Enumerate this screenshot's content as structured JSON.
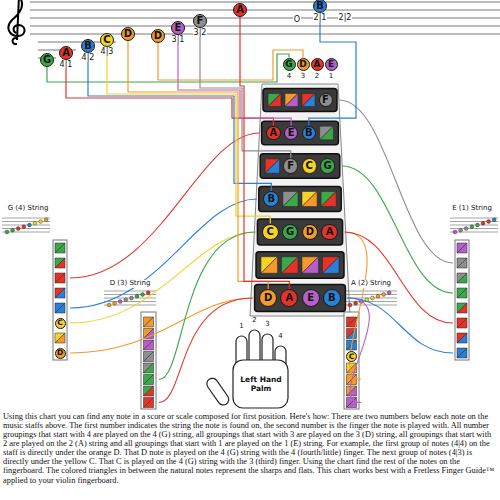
{
  "diagram": {
    "caption": "Using this chart you can find any note in a score or scale composed for first position. Here's how: There are two numbers below each note on the music staffs above. The first number indicates the string the note is found on, the second number is the finger the note is played with. All number groupings that start with 4 are played on the 4 (G) string, all groupings that start with 3 are played on the 3 (D) string, all groupings that start with 2 are played on the 2 (A) string and all groupings that start with 1 are played on the 1 (E) string. For example, the first group of notes (4|4) on the staff is directly under the orange D. That D note is played on the 4 (G) string with the 4 (fourth/little) finger. The next group of notes (4|3) is directly under the yellow C. That C is played on the 4 (G) string with the 3 (third) finger. Using the chart find the rest of the notes on the fingerboard. The colored triangles in between the natural notes represent the sharps and flats. This chart works best with a Fretless Finger Guide™ applied to your violin fingerboard.",
    "nodes": [
      {
        "text": [
          "G"
        ]
      },
      {
        "text": [
          "A",
          "4|1"
        ]
      },
      {
        "text": [
          "B",
          "4|2"
        ]
      },
      {
        "text": [
          "C",
          "4|3"
        ]
      },
      {
        "text": [
          "D"
        ]
      },
      {
        "text": [
          "D"
        ]
      },
      {
        "text": [
          "E",
          "3|1"
        ]
      },
      {
        "text": [
          "F",
          "3|2"
        ]
      },
      {
        "text": [
          "A"
        ]
      },
      {
        "text": [
          "B",
          "2|1"
        ]
      },
      {
        "text": [
          "G"
        ]
      },
      {
        "text": [
          "D"
        ]
      },
      {
        "text": [
          "A"
        ]
      },
      {
        "text": [
          "E"
        ]
      },
      {
        "text": [
          "F"
        ]
      },
      {
        "text": [
          "A"
        ]
      },
      {
        "text": [
          "E"
        ]
      },
      {
        "text": [
          "B"
        ]
      },
      {
        "text": [
          "F"
        ]
      },
      {
        "text": [
          "C"
        ]
      },
      {
        "text": [
          "G"
        ]
      },
      {
        "text": [
          "B"
        ]
      },
      {
        "text": [
          "C"
        ]
      },
      {
        "text": [
          "G"
        ]
      },
      {
        "text": [
          "D"
        ]
      },
      {
        "text": [
          "A"
        ]
      },
      {
        "text": [
          "D"
        ]
      },
      {
        "text": [
          "A"
        ]
      },
      {
        "text": [
          "E"
        ]
      },
      {
        "text": [
          "B"
        ]
      },
      {
        "text": [
          "C"
        ]
      },
      {
        "text": [
          "D"
        ]
      },
      {
        "text": [
          "C"
        ]
      }
    ],
    "edges": [
      {
        "from": 0,
        "to": 10,
        "arrow": "none"
      },
      {
        "from": 1,
        "to": 15,
        "arrow": "none"
      },
      {
        "from": 2,
        "to": 21,
        "arrow": "none"
      },
      {
        "from": 3,
        "to": 22,
        "arrow": "none"
      },
      {
        "from": 4,
        "to": 26,
        "arrow": "none"
      },
      {
        "from": 5,
        "to": 11,
        "arrow": "none"
      },
      {
        "from": 6,
        "to": 16,
        "arrow": "none"
      },
      {
        "from": 7,
        "to": 18,
        "arrow": "none"
      },
      {
        "from": 8,
        "to": 27,
        "arrow": "none"
      },
      {
        "from": 9,
        "to": 17,
        "arrow": "none"
      }
    ],
    "labels": [
      "O",
      "2|2",
      "4",
      "3",
      "2",
      "1",
      "G (4) String",
      "D (3) String",
      "A (2) String",
      "E (1) String",
      "1",
      "2",
      "3",
      "4",
      "Left Hand Palm"
    ]
  }
}
